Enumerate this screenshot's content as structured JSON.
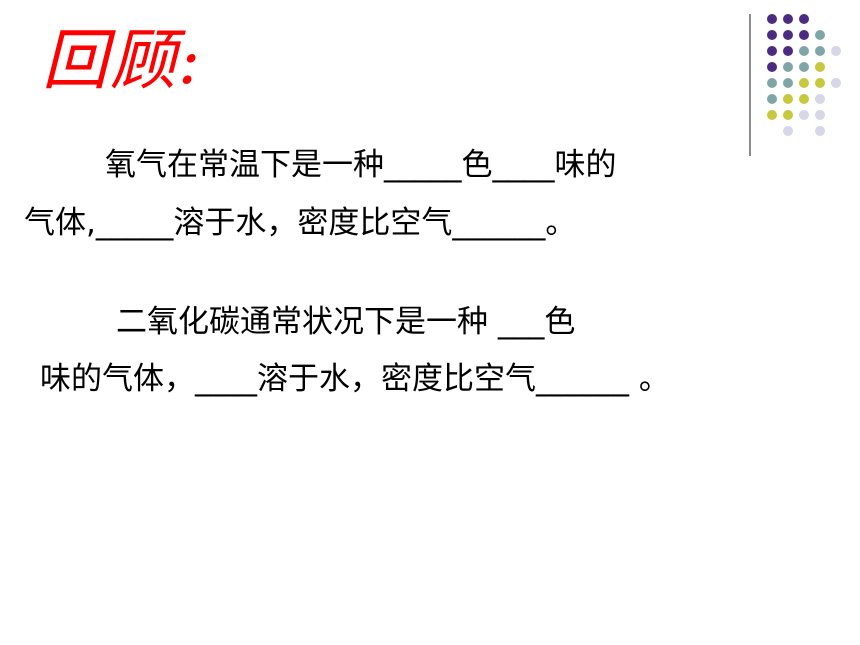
{
  "slide": {
    "title": "回顾:",
    "paragraph1": {
      "line1": "氧气在常温下是一种_____色____味的",
      "line2": "气体,_____溶于水，密度比空气______。"
    },
    "paragraph2": {
      "line1": "二氧化碳通常状况下是一种 ___色",
      "line2": "味的气体，____溶于水，密度比空气______ 。"
    }
  },
  "colors": {
    "title": "#ff0000",
    "divider": "#8a8a8a",
    "dot_purple": "#4b2a82",
    "dot_teal": "#7fa6a6",
    "dot_yellow": "#c8c83c",
    "dot_lavender": "#d6d6e6"
  }
}
